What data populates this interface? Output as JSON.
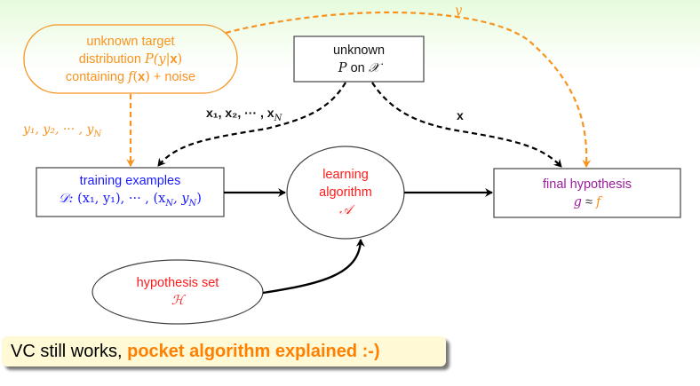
{
  "diagram": {
    "target_node": {
      "line1": "unknown target",
      "line2_text": "distribution ",
      "line2_math": "P(y|x)",
      "line3_text": "containing ",
      "line3_math": "f(x)",
      "line3_suffix": " + noise"
    },
    "input_dist_node": {
      "line1": "unknown",
      "line2_P": "P",
      "line2_on": " on ",
      "line2_X": "𝒳"
    },
    "training_node": {
      "line1": "training examples",
      "line2": "𝒟: (x₁, y₁), ··· , (x_N, y_N)",
      "line2_D": "𝒟:",
      "line2_rest": " (x₁, y₁), ··· , (x",
      "line2_subN": "N",
      "line2_mid": ", y",
      "line2_subN2": "N",
      "line2_end": ")"
    },
    "learning_node": {
      "line1": "learning",
      "line2": "algorithm",
      "line3": "𝒜"
    },
    "final_node": {
      "line1": "final hypothesis",
      "g": "g",
      "approx": " ≈ ",
      "f": "f"
    },
    "hypothesis_node": {
      "line1": "hypothesis set",
      "line2": "ℋ"
    },
    "edge_labels": {
      "y_samples": "y₁, y₂, ··· , y",
      "y_samples_sub": "N",
      "x_samples": "x₁, x₂, ··· , x",
      "x_samples_sub": "N",
      "x_single": "x",
      "y_single": "y"
    },
    "colors": {
      "orange": "#f7931e",
      "blue": "#1a1aff",
      "red": "#ff1a1a",
      "purple": "#9b1e9b",
      "callout_bg": "#fff9d6",
      "callout_highlight": "#ff8000"
    }
  },
  "callout": {
    "plain": "VC still works, ",
    "highlight": "pocket algorithm explained :-)"
  }
}
